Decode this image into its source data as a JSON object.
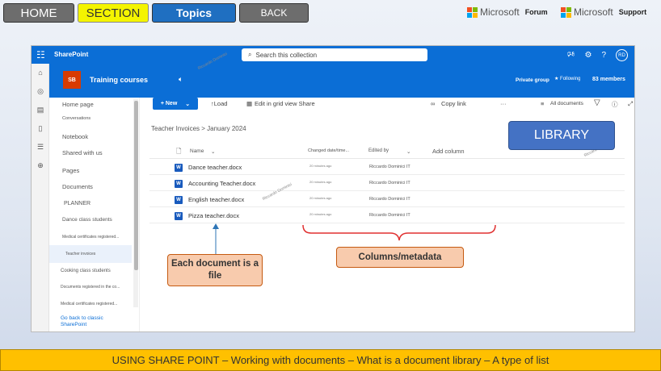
{
  "nav": {
    "home": "HOME",
    "section": "SECTION",
    "topics": "Topics",
    "back": "BACK"
  },
  "links": [
    {
      "brand": "Microsoft",
      "label": "Forum"
    },
    {
      "brand": "Microsoft",
      "label": "Support"
    }
  ],
  "colors": {
    "ms_red": "#f25022",
    "ms_green": "#7fba00",
    "ms_blue": "#00a4ef",
    "ms_yellow": "#ffb900"
  },
  "sharepoint": {
    "app_name": "SharePoint",
    "search_placeholder": "Search this collection",
    "avatar_initials": "RD",
    "site_logo": "SB",
    "site_name": "Training courses",
    "private_group": "Private group",
    "following": "Following",
    "members": "83 members",
    "left_nav": [
      "Home page",
      "Conversations",
      "Notebook",
      "Shared with us",
      "Pages",
      "Documents",
      "PLANNER",
      "Dance class students",
      "Medical certificates registered...",
      "Teacher invoices",
      "Cooking class students",
      "Documents registered in the co...",
      "Medical certificates registered...",
      "Go back to classic SharePoint"
    ],
    "commands": {
      "new": "+ New",
      "upload": "↑Load",
      "edit_grid": "Edit in grid view Share",
      "copy_link": "Copy link",
      "more": "···",
      "all_documents": "All documents"
    },
    "breadcrumb": "Teacher Invoices > January 2024",
    "columns": {
      "name": "Name",
      "changed": "Changed date/time...",
      "edited_by": "Edited by",
      "add_column": "Add column"
    },
    "files": [
      {
        "name": "Dance teacher.docx",
        "date": "20 minutes ago",
        "editor": "Riccardo Dominici IT"
      },
      {
        "name": "Accounting Teacher.docx",
        "date": "20 minutes ago",
        "editor": "Riccardo Dominici IT"
      },
      {
        "name": "English teacher.docx",
        "date": "20 minutes ago",
        "editor": "Riccardo Dominici IT"
      },
      {
        "name": "Pizza teacher.docx",
        "date": "20 minutes ago",
        "editor": "Riccardo Dominici IT"
      }
    ],
    "watermark": "Riccardo Dominici"
  },
  "annotations": {
    "library": "LIBRARY",
    "each_document": "Each document is a file",
    "columns_metadata": "Columns/metadata"
  },
  "footer": "USING SHARE POINT – Working with documents – What is a document library – A type of list"
}
